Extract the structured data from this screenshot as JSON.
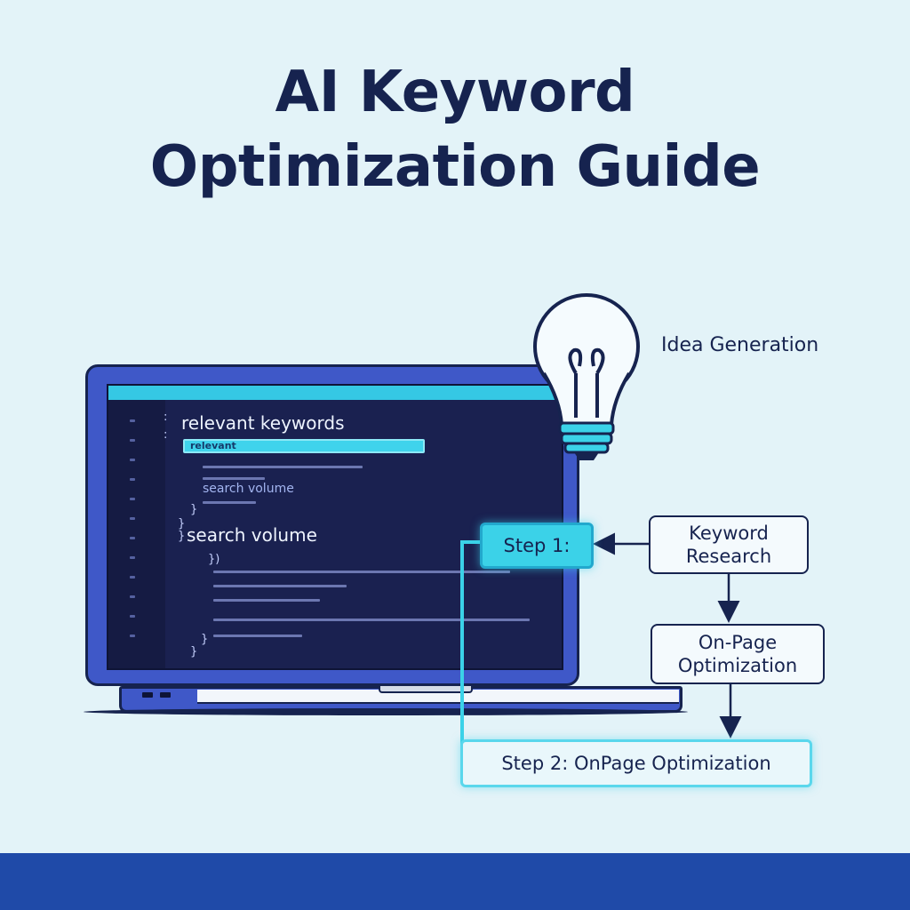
{
  "title": {
    "line1": "AI Keyword",
    "line2": "Optimization Guide"
  },
  "laptop": {
    "code_keywords": "relevant keywords",
    "code_field": "relevant",
    "code_volume_small": "search volume",
    "code_search_volume": "search volume"
  },
  "idea": {
    "label": "Idea Generation",
    "icon": "lightbulb-icon"
  },
  "flow": {
    "step1": "Step 1:",
    "keyword_research": [
      "Keyword",
      "Research"
    ],
    "onpage": [
      "On-Page",
      "Optimization"
    ],
    "step2": "Step 2: OnPage Optimization"
  },
  "colors": {
    "background": "#e3f3f8",
    "navy": "#16234f",
    "cyan_accent": "#3bd2e8",
    "laptop_blue": "#3f58c8",
    "footer_blue": "#1f4aa8"
  }
}
